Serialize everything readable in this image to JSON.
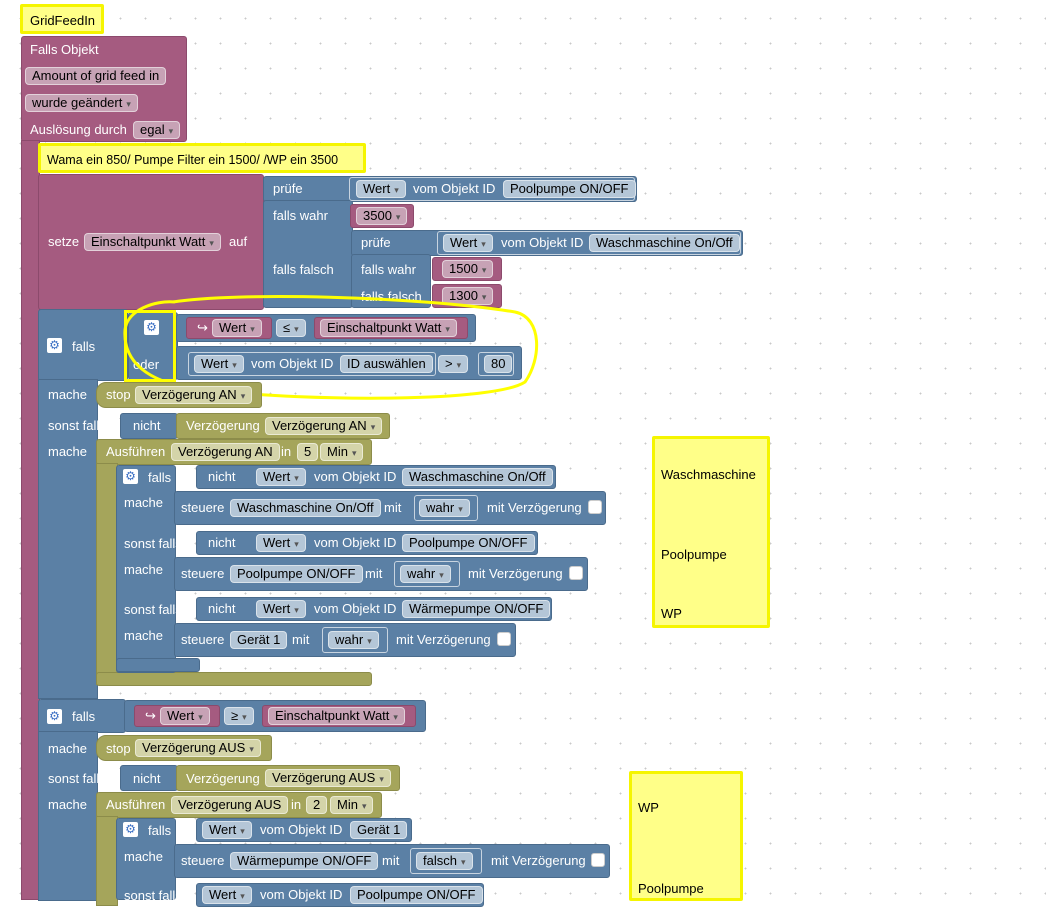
{
  "colors": {
    "event": "#a55b80",
    "logic": "#5b80a5",
    "timer": "#a5a55b",
    "note": "#ffff88",
    "highlight": "#ffff00"
  },
  "title_note": "GridFeedIn",
  "trigger": {
    "falls_objekt": "Falls Objekt",
    "object": "Amount of grid feed in",
    "changed": "wurde geändert",
    "trigger_label": "Auslösung durch",
    "trigger_value": "egal"
  },
  "comment": "Wama ein 850/ Pumpe Filter ein 1500/ /WP ein 3500",
  "setze": {
    "label": "setze",
    "var": "Einschaltpunkt Watt",
    "auf": "auf",
    "pruefe": "prüfe",
    "falls_wahr": "falls wahr",
    "falls_falsch": "falls falsch",
    "wert": "Wert",
    "vom_objekt": "vom Objekt ID",
    "obj1": "Poolpumpe ON/OFF",
    "v1": "3500",
    "obj2": "Waschmaschine On/Off",
    "v2": "1500",
    "v3": "1300"
  },
  "if1": {
    "falls": "falls",
    "wert": "Wert",
    "op": "≤",
    "var": "Einschaltpunkt Watt",
    "oder": "oder",
    "vom_objekt": "vom Objekt ID",
    "select": "ID auswählen",
    "op2": ">",
    "num": "80",
    "mache": "mache",
    "stop": "stop",
    "timer": "Verzögerung AN",
    "sonst_falls": "sonst falls",
    "nicht": "nicht",
    "verzoegerung": "Verzögerung",
    "ausfuehren": "Ausführen",
    "in": "in",
    "delay": "5",
    "unit": "Min"
  },
  "inner1": {
    "falls": "falls",
    "nicht": "nicht",
    "wert": "Wert",
    "vom_objekt": "vom Objekt ID",
    "mache": "mache",
    "steuere": "steuere",
    "mit": "mit",
    "mit_verz": "mit Verzögerung",
    "sonst_falls": "sonst falls",
    "o1": "Waschmaschine On/Off",
    "val1": "wahr",
    "o2": "Poolpumpe ON/OFF",
    "val2": "wahr",
    "o3": "Wärmepumpe ON/OFF",
    "o3b": "Gerät 1",
    "val3": "wahr"
  },
  "note1": {
    "l1": "Waschmaschine",
    "l2": "Poolpumpe",
    "l3": "WP"
  },
  "if2": {
    "falls": "falls",
    "wert": "Wert",
    "op": "≥",
    "var": "Einschaltpunkt Watt",
    "mache": "mache",
    "stop": "stop",
    "timer": "Verzögerung AUS",
    "sonst_falls": "sonst falls",
    "nicht": "nicht",
    "verzoegerung": "Verzögerung",
    "ausfuehren": "Ausführen",
    "in": "in",
    "delay": "2",
    "unit": "Min"
  },
  "inner2": {
    "falls": "falls",
    "wert": "Wert",
    "vom_objekt": "vom Objekt ID",
    "o1": "Gerät 1",
    "mache": "mache",
    "steuere": "steuere",
    "o2": "Wärmepumpe ON/OFF",
    "mit": "mit",
    "val": "falsch",
    "mit_verz": "mit Verzögerung",
    "sonst_falls": "sonst falls",
    "o3": "Poolpumpe ON/OFF"
  },
  "note2": {
    "l1": "WP",
    "l2": "Poolpumpe"
  }
}
